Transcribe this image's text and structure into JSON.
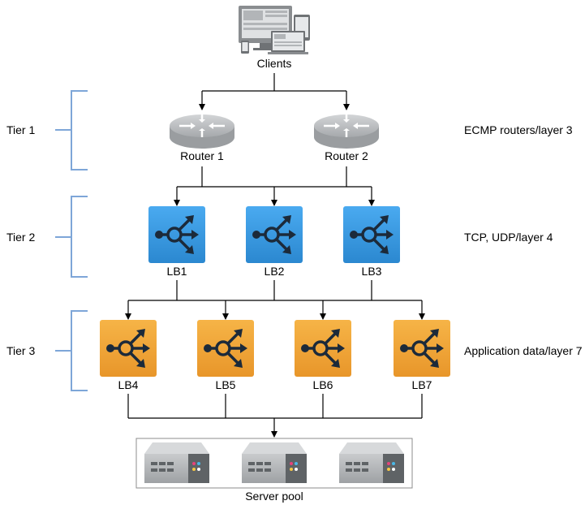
{
  "tiers": [
    {
      "label": "Tier 1",
      "description": "ECMP routers/layer 3"
    },
    {
      "label": "Tier 2",
      "description": "TCP, UDP/layer 4"
    },
    {
      "label": "Tier 3",
      "description": "Application data/layer 7"
    }
  ],
  "clients": {
    "label": "Clients",
    "icon": "devices-icon"
  },
  "routers": [
    {
      "label": "Router 1",
      "icon": "router-icon"
    },
    {
      "label": "Router 2",
      "icon": "router-icon"
    }
  ],
  "l4_balancers": [
    {
      "label": "LB1",
      "icon": "load-balancer-icon"
    },
    {
      "label": "LB2",
      "icon": "load-balancer-icon"
    },
    {
      "label": "LB3",
      "icon": "load-balancer-icon"
    }
  ],
  "l7_balancers": [
    {
      "label": "LB4",
      "icon": "load-balancer-icon"
    },
    {
      "label": "LB5",
      "icon": "load-balancer-icon"
    },
    {
      "label": "LB6",
      "icon": "load-balancer-icon"
    },
    {
      "label": "LB7",
      "icon": "load-balancer-icon"
    }
  ],
  "server_pool": {
    "label": "Server pool",
    "servers": 3,
    "icon": "server-icon"
  },
  "colors": {
    "l4_lb": "#3a9be0",
    "l7_lb": "#f2a63a",
    "bracket": "#7ea6d8",
    "router": "#b9bcbf",
    "line": "#000000"
  }
}
